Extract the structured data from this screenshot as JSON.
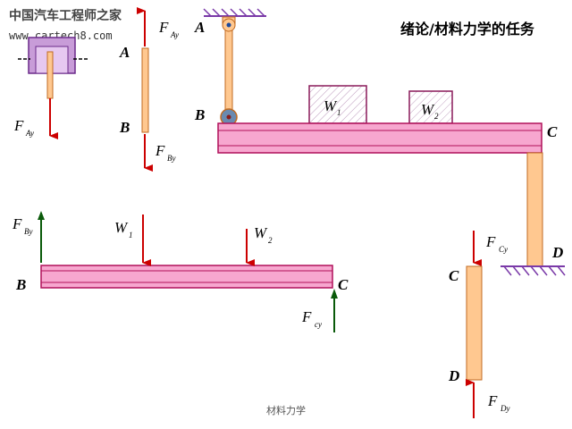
{
  "title": "绪论/材料力学的任务",
  "watermark": {
    "line1": "中国汽车工程师之家",
    "line2": "www.cartech8.com"
  },
  "footer": "材料力学",
  "labels": {
    "A": "A",
    "B": "B",
    "C": "C",
    "D": "D",
    "F": "F",
    "Ay": "Ay",
    "By": "By",
    "Cy": "Cy",
    "cy": "cy",
    "Dy": "Dy",
    "W": "W",
    "sub1": "1",
    "sub2": "2"
  },
  "colors": {
    "beam": "#f7a7cf",
    "beam_stroke": "#b0105a",
    "rod": "#ffc890",
    "rod_stroke": "#c06a20",
    "arrow_red": "#cc0000",
    "arrow_green": "#0a5a0a",
    "ground": "#7a3aa8",
    "load_fill": "#f7d9ea",
    "joint": "#1c4a9c"
  }
}
